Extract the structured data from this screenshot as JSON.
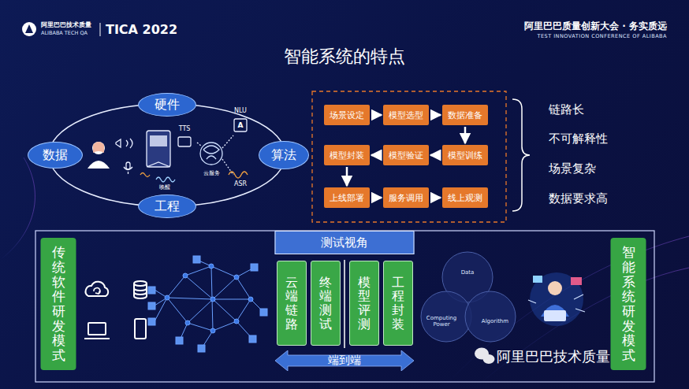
{
  "diagram": {
    "title": "智能系统的特点",
    "nodes": [
      {
        "text": [
          "硬件"
        ]
      },
      {
        "text": [
          "数据"
        ]
      },
      {
        "text": [
          "算法"
        ]
      },
      {
        "text": [
          "工程"
        ]
      },
      {
        "text": [
          "场景设定"
        ]
      },
      {
        "text": [
          "模型选型"
        ]
      },
      {
        "text": [
          "数据准备"
        ]
      },
      {
        "text": [
          "模型封装"
        ]
      },
      {
        "text": [
          "模型验证"
        ]
      },
      {
        "text": [
          "模型训练"
        ]
      },
      {
        "text": [
          "上线部署"
        ]
      },
      {
        "text": [
          "服务调用"
        ]
      },
      {
        "text": [
          "线上观测"
        ]
      },
      {
        "text": [
          "传统软件研发模式"
        ]
      },
      {
        "text": [
          "测试视角"
        ]
      },
      {
        "text": [
          "云端链路"
        ]
      },
      {
        "text": [
          "终端测试"
        ]
      },
      {
        "text": [
          "模型评测"
        ]
      },
      {
        "text": [
          "工程封装"
        ]
      },
      {
        "text": [
          "端到端"
        ]
      },
      {
        "text": [
          "Data"
        ]
      },
      {
        "text": [
          "Computing Power"
        ]
      },
      {
        "text": [
          "Algorithm"
        ]
      },
      {
        "text": [
          "智能系统研发模式"
        ]
      }
    ],
    "edges": [
      {
        "from": 4,
        "to": 5,
        "arrow": "to"
      },
      {
        "from": 5,
        "to": 6,
        "arrow": "to"
      },
      {
        "from": 6,
        "to": 9,
        "arrow": "to"
      },
      {
        "from": 9,
        "to": 8,
        "arrow": "to"
      },
      {
        "from": 8,
        "to": 7,
        "arrow": "to"
      },
      {
        "from": 7,
        "to": 10,
        "arrow": "to"
      },
      {
        "from": 10,
        "to": 11,
        "arrow": "to"
      },
      {
        "from": 11,
        "to": 12,
        "arrow": "to"
      }
    ],
    "labels": [
      "阿里巴巴技术质量",
      "ALIBABA TECH QA",
      "TICA 2022",
      "阿里巴巴质量创新大会 · 务实质远",
      "TEST INNOVATION CONFERENCE OF ALIBABA",
      "TTS",
      "NLU",
      "A",
      "ASR",
      "唤醒",
      "云服务",
      "链路长",
      "不可解释性",
      "场景复杂",
      "数据要求高",
      "阿里巴巴技术质量"
    ]
  }
}
